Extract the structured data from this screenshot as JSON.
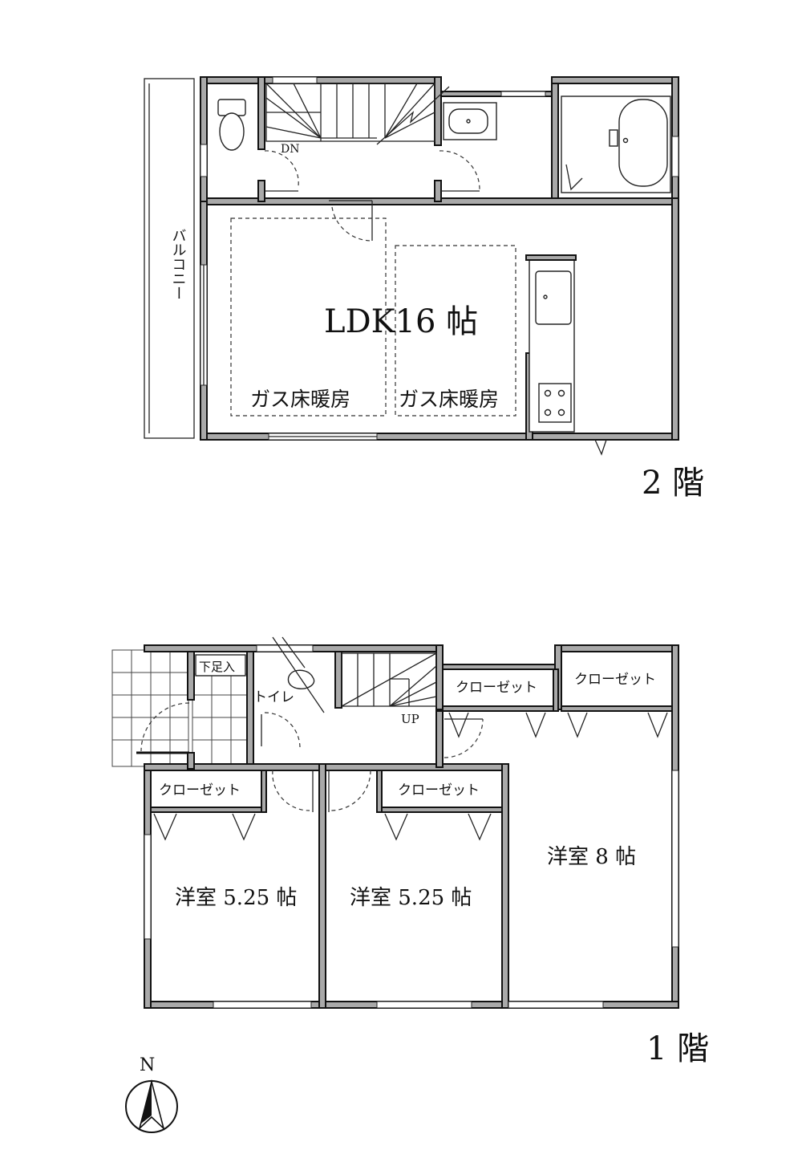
{
  "floor2": {
    "level_label": "2 階",
    "room_ldk": "LDK16 帖",
    "heating_1": "ガス床暖房",
    "heating_2": "ガス床暖房",
    "balcony": "バルコニー",
    "stair_label": "DN"
  },
  "floor1": {
    "level_label": "1 階",
    "room_a": "洋室 5.25 帖",
    "room_b": "洋室 5.25 帖",
    "room_c": "洋室 8 帖",
    "closet_1": "クローゼット",
    "closet_2": "クローゼット",
    "closet_3": "クローゼット",
    "closet_4": "クローゼット",
    "shoe_storage": "下足入",
    "toilet": "トイレ",
    "stair_label": "UP"
  },
  "compass": {
    "label": "N"
  }
}
